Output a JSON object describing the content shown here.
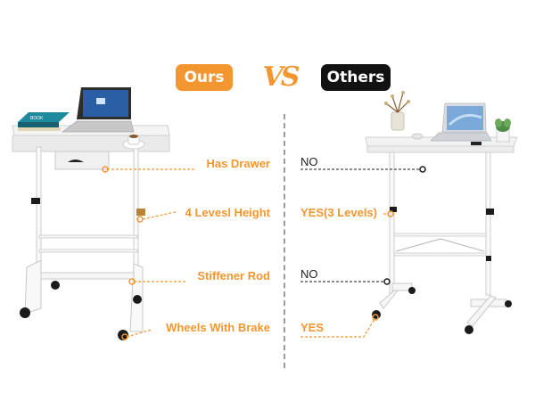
{
  "header": {
    "ours_label": "Ours",
    "vs_label": "VS",
    "others_label": "Others"
  },
  "comparison": {
    "rows": [
      {
        "feature": "Has Drawer",
        "others": "NO"
      },
      {
        "feature": "4 Levesl Height",
        "others": "YES(3 Levels)"
      },
      {
        "feature": "Stiffener Rod",
        "others": "NO"
      },
      {
        "feature": "Wheels With Brake",
        "others": "YES"
      }
    ]
  },
  "book": {
    "title": "BOOK"
  },
  "colors": {
    "accent_orange": "#f3962f",
    "dark_pill": "#121212",
    "desk_white": "#f2f2f2",
    "frame_white": "#fafafa",
    "divider_gray": "#9b9b9b"
  }
}
